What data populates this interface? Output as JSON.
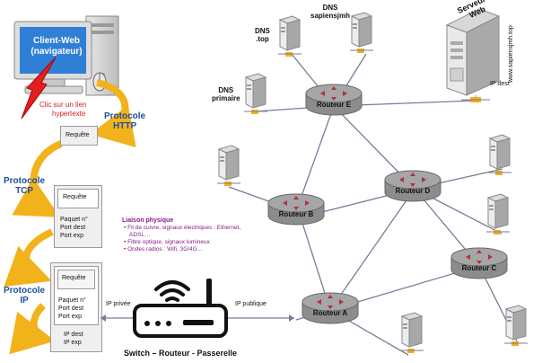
{
  "client": {
    "title_line1": "Client-Web",
    "title_line2": "(navigateur)",
    "click_text_line1": "Clic sur un lien",
    "click_text_line2": "hypertexte"
  },
  "protocols": {
    "http_line1": "Protocole",
    "http_line2": "HTTP",
    "tcp_line1": "Protocole",
    "tcp_line2": "TCP",
    "ip_line1": "Protocole",
    "ip_line2": "IP"
  },
  "packets": {
    "requete": "Requête",
    "paquet_no": "Paquet n°",
    "port_dest": "Port dest",
    "port_exp": "Port exp",
    "ip_dest": "IP dest",
    "ip_exp": "IP exp"
  },
  "physical": {
    "title": "Liaison physique",
    "items": [
      "Fil de cuivre, signaux électriques : Ethernet, ADSL…",
      "Fibre optique, signaux lumineux",
      "Ondes radios : Wifi, 3G/4G…"
    ]
  },
  "gateway": {
    "left_label": "IP privée",
    "right_label": "IP publique",
    "caption": "Switch – Routeur - Passerelle"
  },
  "dns": {
    "top_line1": "DNS",
    "top_line2": ".top",
    "sapiens_line1": "DNS",
    "sapiens_line2": "sapiensjmh",
    "primary_line1": "DNS",
    "primary_line2": "primaire"
  },
  "server": {
    "label_line1": "Serveur",
    "label_line2": "Web",
    "url": "www.sapiensjmh.top",
    "ip_dest": "IP dest"
  },
  "routers": {
    "a": "Routeur A",
    "b": "Routeur B",
    "c": "Routeur C",
    "d": "Routeur D",
    "e": "Routeur E"
  },
  "colors": {
    "arrow": "#f2b21c",
    "router": "#8c8c8c",
    "router_top": "#a6a6a6",
    "router_arrow": "#b0303a",
    "link": "#7a7a9a",
    "protocol": "#1f4e9a",
    "physical": "#8a1a8a",
    "click": "#d42020"
  }
}
